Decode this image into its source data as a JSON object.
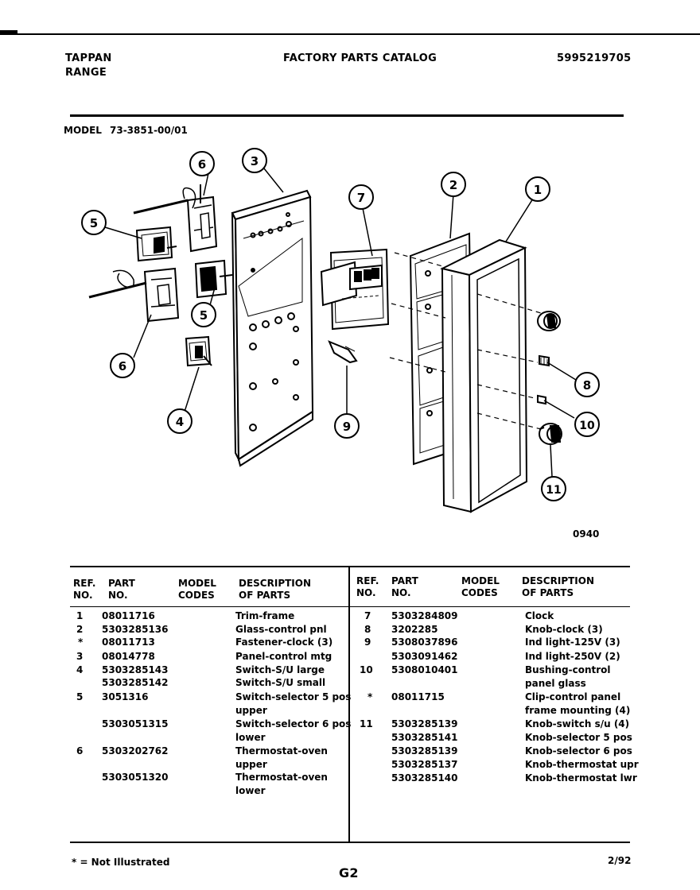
{
  "header": {
    "brand_line1": "TAPPAN",
    "brand_line2": "RANGE",
    "catalog_title": "FACTORY PARTS CATALOG",
    "catalog_number": "5995219705",
    "model_label": "MODEL",
    "model_number": "73-3851-00/01"
  },
  "diagram": {
    "callouts": [
      "1",
      "2",
      "3",
      "4",
      "5",
      "5",
      "6",
      "6",
      "7",
      "8",
      "9",
      "10",
      "11"
    ],
    "figure_code": "0940"
  },
  "table": {
    "left_headers": {
      "ref": "REF.",
      "ref2": "NO.",
      "part": "PART",
      "part2": "NO.",
      "model": "MODEL",
      "model2": "CODES",
      "desc": "DESCRIPTION",
      "desc2": "OF PARTS"
    },
    "right_headers": {
      "ref": "REF.",
      "ref2": "NO.",
      "part": "PART",
      "part2": "NO.",
      "model": "MODEL",
      "model2": "CODES",
      "desc": "DESCRIPTION",
      "desc2": "OF PARTS"
    },
    "left_rows": [
      {
        "ref": "1",
        "part": "08011716",
        "desc": "Trim-frame"
      },
      {
        "ref": "2",
        "part": "5303285136",
        "desc": "Glass-control pnl"
      },
      {
        "ref": "*",
        "part": "08011713",
        "desc": "Fastener-clock (3)"
      },
      {
        "ref": "3",
        "part": "08014778",
        "desc": "Panel-control mtg"
      },
      {
        "ref": "4",
        "part": "5303285143",
        "desc": "Switch-S/U large"
      },
      {
        "ref": "",
        "part": "5303285142",
        "desc": "Switch-S/U small"
      },
      {
        "ref": "5",
        "part": "3051316",
        "desc": "Switch-selector 5 pos"
      },
      {
        "ref": "",
        "part": "",
        "desc": "upper"
      },
      {
        "ref": "",
        "part": "5303051315",
        "desc": "Switch-selector 6 pos"
      },
      {
        "ref": "",
        "part": "",
        "desc": "lower"
      },
      {
        "ref": "6",
        "part": "5303202762",
        "desc": "Thermostat-oven"
      },
      {
        "ref": "",
        "part": "",
        "desc": "upper"
      },
      {
        "ref": "",
        "part": "5303051320",
        "desc": "Thermostat-oven"
      },
      {
        "ref": "",
        "part": "",
        "desc": "lower"
      }
    ],
    "right_rows": [
      {
        "ref": "7",
        "part": "5303284809",
        "desc": "Clock"
      },
      {
        "ref": "8",
        "part": "3202285",
        "desc": "Knob-clock (3)"
      },
      {
        "ref": "9",
        "part": "5308037896",
        "desc": "Ind light-125V (3)"
      },
      {
        "ref": "",
        "part": "5303091462",
        "desc": "Ind light-250V (2)"
      },
      {
        "ref": "10",
        "part": "5308010401",
        "desc": "Bushing-control"
      },
      {
        "ref": "",
        "part": "",
        "desc": "panel glass"
      },
      {
        "ref": "*",
        "part": "08011715",
        "desc": "Clip-control panel"
      },
      {
        "ref": "",
        "part": "",
        "desc": "frame mounting (4)"
      },
      {
        "ref": "11",
        "part": "5303285139",
        "desc": "Knob-switch s/u (4)"
      },
      {
        "ref": "",
        "part": "5303285141",
        "desc": "Knob-selector 5 pos"
      },
      {
        "ref": "",
        "part": "5303285139",
        "desc": "Knob-selector 6 pos"
      },
      {
        "ref": "",
        "part": "5303285137",
        "desc": "Knob-thermostat upr"
      },
      {
        "ref": "",
        "part": "5303285140",
        "desc": "Knob-thermostat lwr"
      }
    ]
  },
  "footer": {
    "note": "* = Not Illustrated",
    "page_code": "G2",
    "date": "2/92"
  }
}
